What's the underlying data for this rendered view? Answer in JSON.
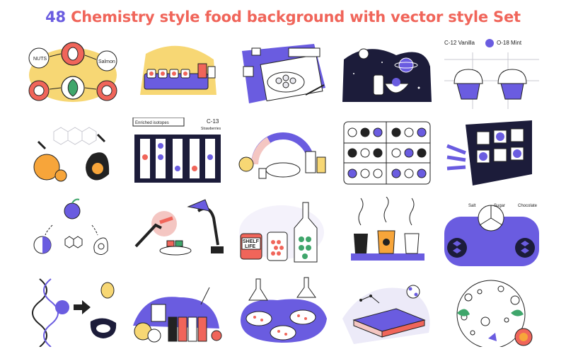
{
  "header": {
    "count": "48",
    "title_rest": " Chemistry style food background with vector style Set"
  },
  "colors": {
    "accent_purple": "#6a5ce0",
    "accent_orange": "#f0655a",
    "highlight_yellow": "#f7d774"
  },
  "cells": {
    "r1c1": {
      "nuts": "NUTS",
      "salmon": "Salmon"
    },
    "r1c5": {
      "vanilla": "C-12 Vanilla",
      "mint": "O-18 Mint"
    },
    "r2c2": {
      "isotopes": "Enriched isotopes",
      "c13": "C-13",
      "strawberries": "Strawberries"
    },
    "r3c5": {
      "salt": "Salt",
      "sugar": "Sugar",
      "chocolate": "Chocolate"
    },
    "r4c3": {
      "shelf": "SHELF",
      "life": "LIFE"
    }
  }
}
